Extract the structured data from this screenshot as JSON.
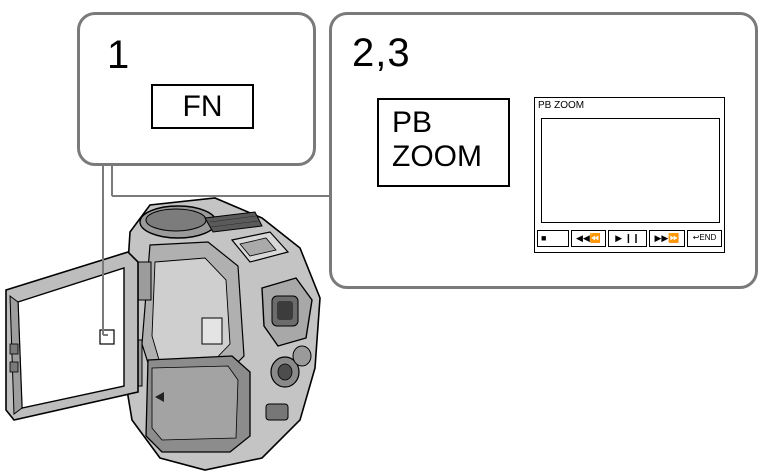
{
  "step_one": {
    "number": "1",
    "button_label": "FN"
  },
  "step_two_three": {
    "number": "2,3",
    "button_line1": "PB",
    "button_line2": "ZOOM"
  },
  "screen": {
    "title": "PB ZOOM",
    "controls": {
      "stop": "■",
      "rewind": "◀◀⏪",
      "play_pause": "▶ ❙❙",
      "fast_forward": "▶▶⏩",
      "end": "↩END"
    }
  },
  "colors": {
    "panel_border": "#7a7a7a",
    "ink": "#000000",
    "camcorder_body": "#bdbdbd",
    "camcorder_dark": "#6e6e6e"
  }
}
